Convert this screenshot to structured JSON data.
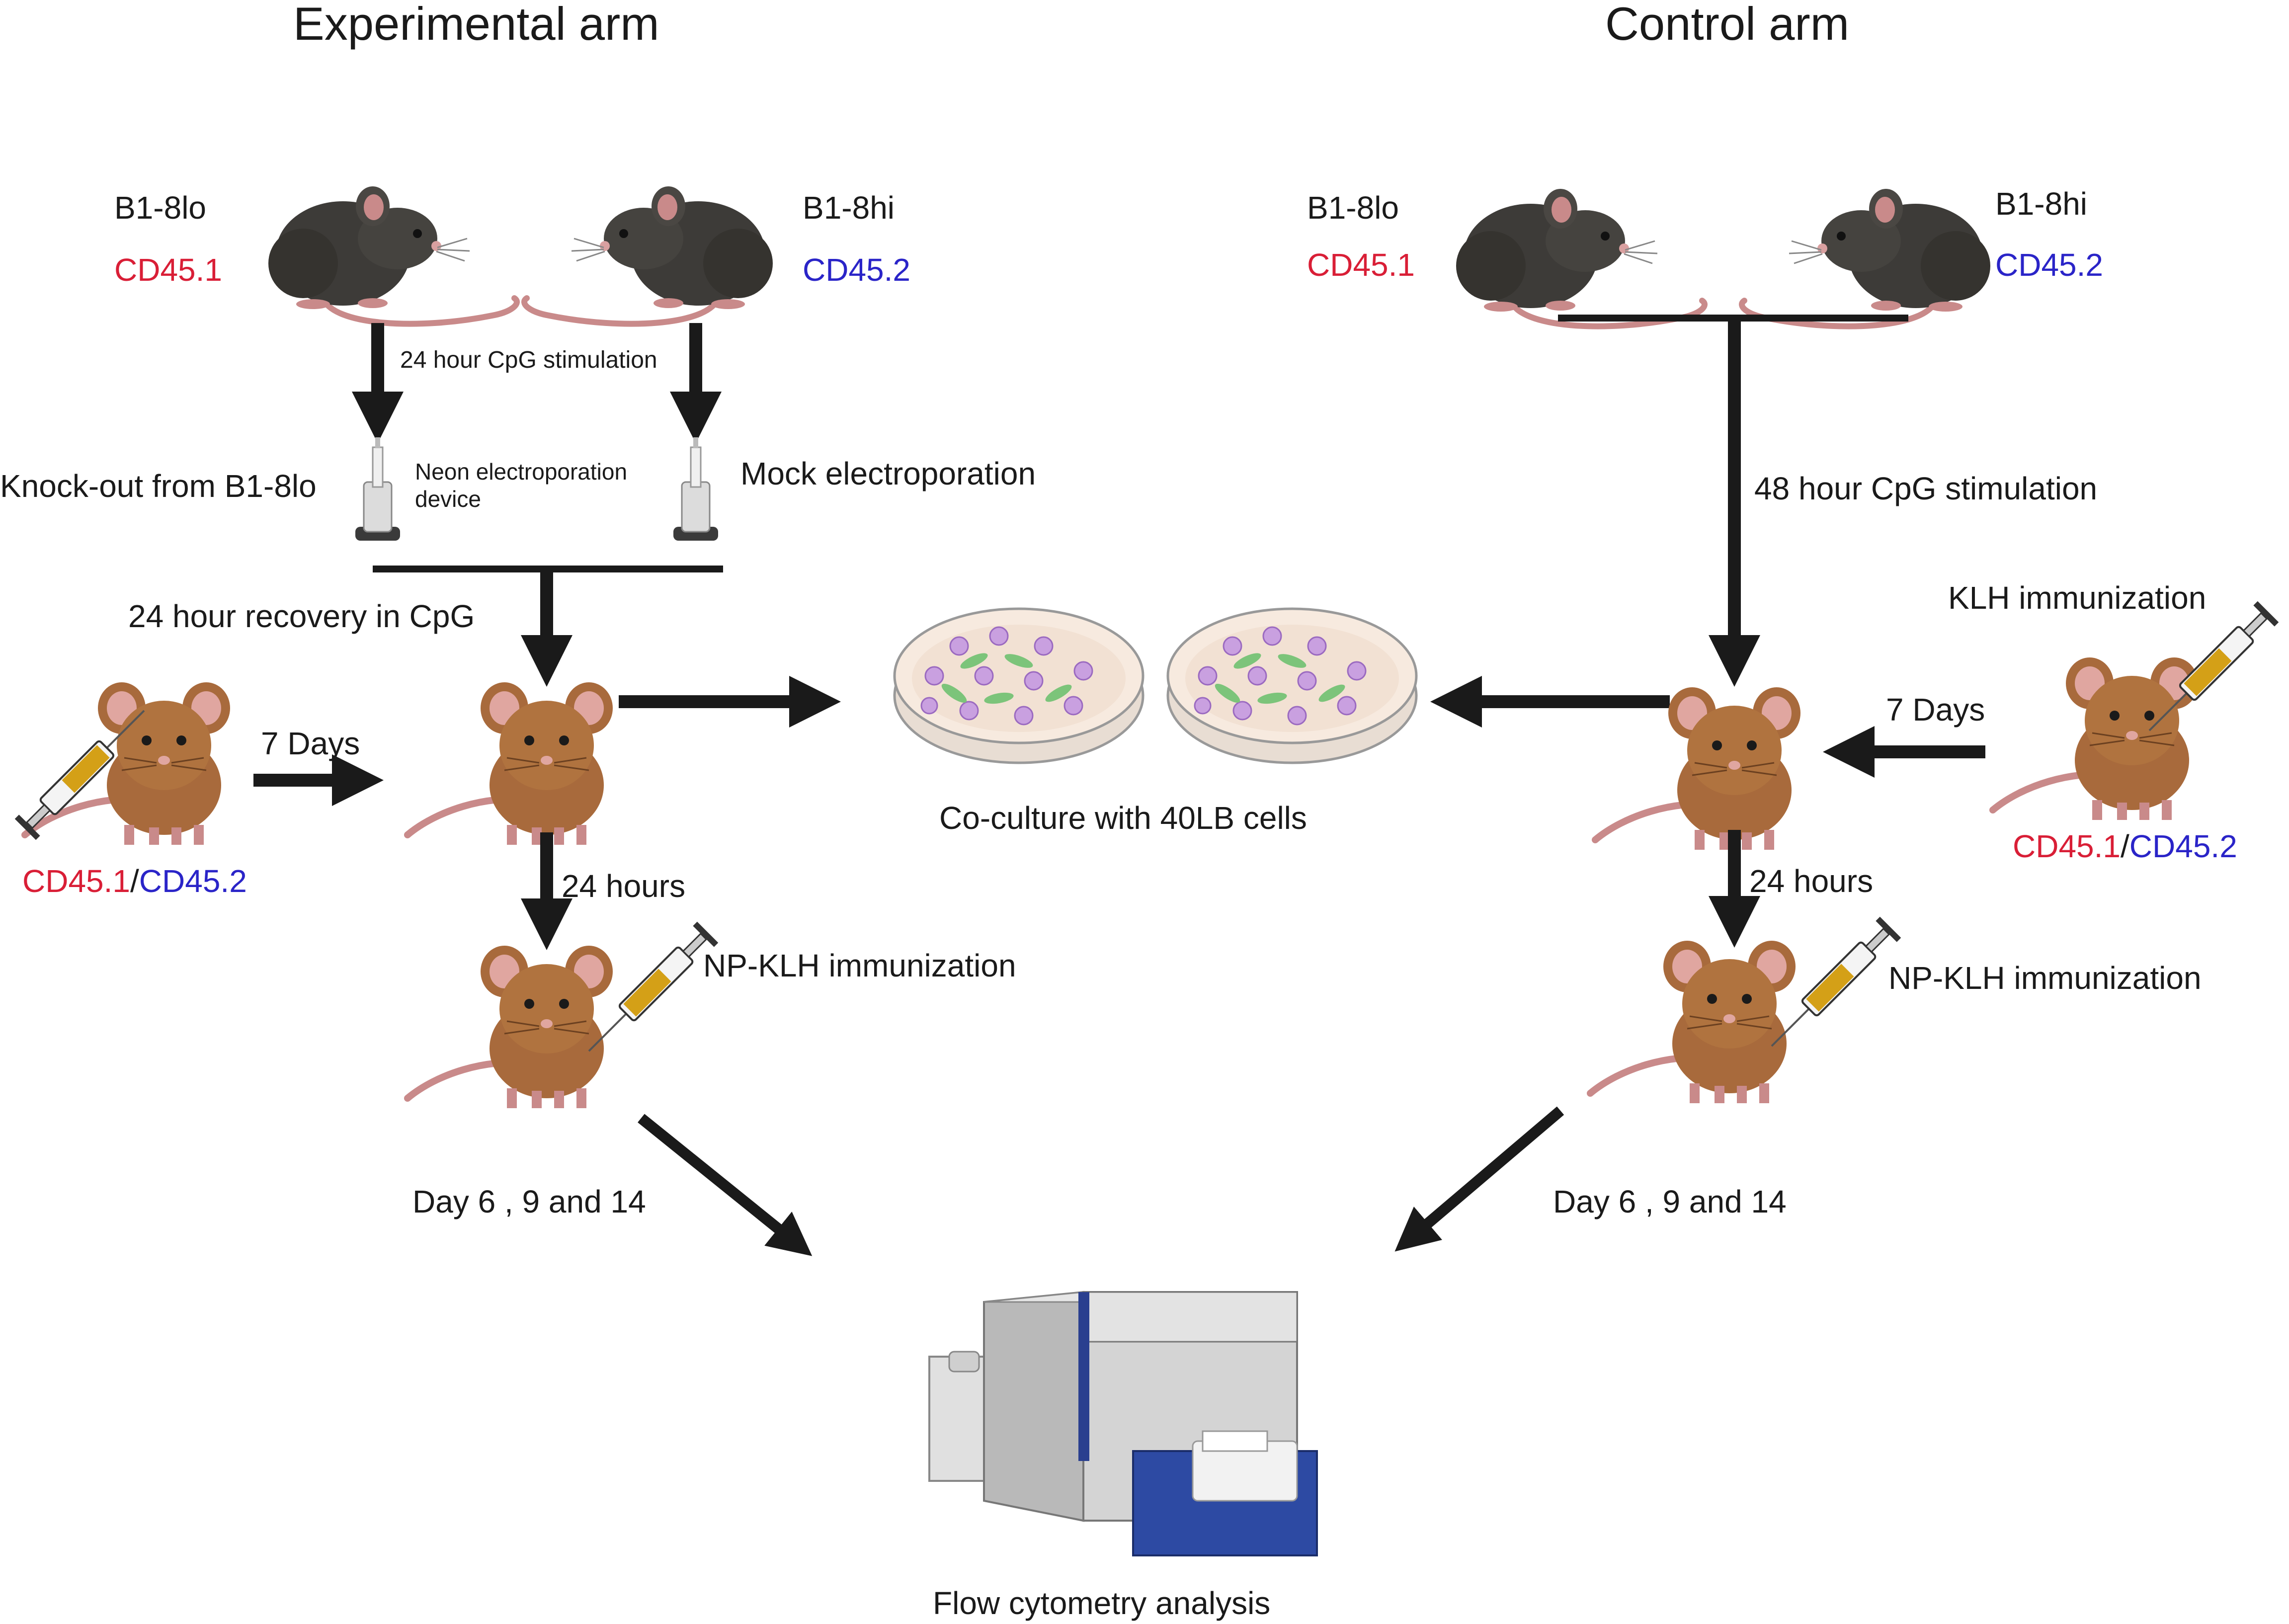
{
  "experimental": {
    "title": "Experimental arm",
    "mouse_lo_name": "B1-8lo",
    "mouse_lo_marker": "CD45.1",
    "mouse_hi_name": "B1-8hi",
    "mouse_hi_marker": "CD45.2",
    "stimulation": "24 hour CpG stimulation",
    "knockout": "Knock-out from B1-8lo",
    "device_line1": "Neon electroporation",
    "device_line2": "device",
    "mock": "Mock electroporation",
    "recovery": "24 hour recovery  in CpG",
    "days": "7 Days",
    "recipient_marker_1": "CD45.1",
    "recipient_sep": "/",
    "recipient_marker_2": "CD45.2",
    "hours": "24 hours",
    "immunization": "NP-KLH immunization",
    "timepoints": "Day 6 , 9 and 14"
  },
  "control": {
    "title": "Control arm",
    "mouse_lo_name": "B1-8lo",
    "mouse_lo_marker": "CD45.1",
    "mouse_hi_name": "B1-8hi",
    "mouse_hi_marker": "CD45.2",
    "stimulation": "48 hour CpG stimulation",
    "klh": "KLH immunization",
    "days": "7 Days",
    "recipient_marker_1": "CD45.1",
    "recipient_sep": "/",
    "recipient_marker_2": "CD45.2",
    "hours": "24 hours",
    "immunization": "NP-KLH immunization",
    "timepoints": "Day 6 , 9 and 14"
  },
  "coculture": "Co-culture with 40LB cells",
  "analysis": "Flow cytometry analysis",
  "colors": {
    "cd45_1": "#d91e36",
    "cd45_2": "#2a24c8",
    "black_mouse": "#3d3b38",
    "brown_mouse": "#a86a3c",
    "arrow": "#1a1a1a"
  }
}
